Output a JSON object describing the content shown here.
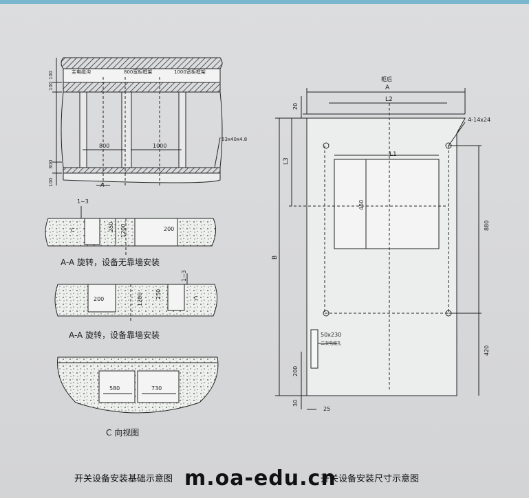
{
  "plan": {
    "left_label": "主电缆沟",
    "mid_label": "800宽柜框架",
    "right_label": "1000宽柜框架",
    "dim_100_top": "100",
    "dim_100_b": "100",
    "dim_300": "300",
    "dim_100_c": "100",
    "dim_800": "800",
    "dim_1000": "1000",
    "steel": "63x40x4.8",
    "section_a": "A"
  },
  "sec1": {
    "dim_1_3": "1~3",
    "c": "C",
    "dim_250": "250",
    "dim_1200": "1200",
    "dim_200": "200",
    "caption": "A-A 旋转，设备无靠墙安装"
  },
  "sec2": {
    "dim_1_3": "1~3",
    "c": "C",
    "dim_200": "200",
    "dim_1200": "1200",
    "dim_250": "250",
    "caption": "A-A 旋转，设备靠墙安装"
  },
  "cview": {
    "dim_580": "580",
    "dim_730": "730",
    "caption": "C 向视图"
  },
  "cabinet": {
    "rear": "柜后",
    "a": "A",
    "l2": "L2",
    "l1": "L1",
    "l3": "L3",
    "b": "B",
    "dim_20": "20",
    "holes": "4-14x24",
    "dim_450": "450",
    "dim_880": "880",
    "dim_420": "420",
    "dim_200": "200",
    "dim_30": "30",
    "dim_25": "25",
    "cable_hole_size": "50x230",
    "cable_hole_label": "二次电缆孔"
  },
  "captions": {
    "left": "开关设备安装基础示意图",
    "right": "开关设备安装尺寸示意图",
    "watermark": "m.oa-edu.cn"
  }
}
